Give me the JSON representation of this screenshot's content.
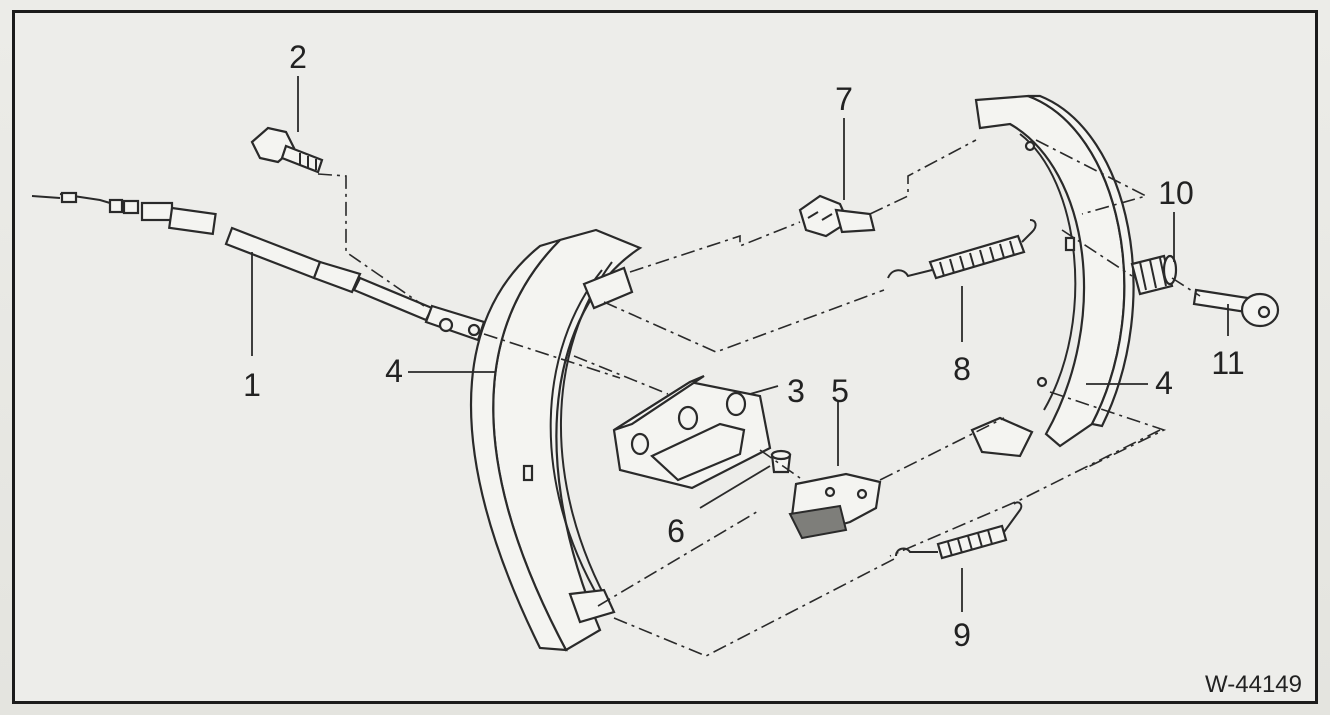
{
  "figure": {
    "reference_code": "W-44149",
    "callouts": [
      {
        "id": "1",
        "text": "1"
      },
      {
        "id": "2",
        "text": "2"
      },
      {
        "id": "3",
        "text": "3"
      },
      {
        "id": "4a",
        "text": "4"
      },
      {
        "id": "4b",
        "text": "4"
      },
      {
        "id": "5",
        "text": "5"
      },
      {
        "id": "6",
        "text": "6"
      },
      {
        "id": "7",
        "text": "7"
      },
      {
        "id": "8",
        "text": "8"
      },
      {
        "id": "9",
        "text": "9"
      },
      {
        "id": "10",
        "text": "10"
      },
      {
        "id": "11",
        "text": "11"
      }
    ]
  }
}
